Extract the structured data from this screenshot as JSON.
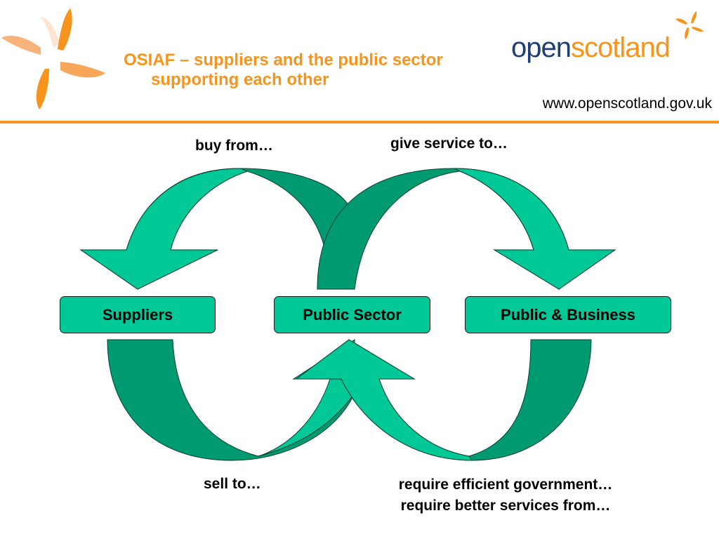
{
  "header": {
    "title_line1": "OSIAF – suppliers and the public sector",
    "title_line2": "supporting each other",
    "brand_open": "open",
    "brand_scotland": "scotland",
    "url": "www.openscotland.gov.uk",
    "accent_color": "#f7941d",
    "brand_navy": "#1f3f74"
  },
  "diagram": {
    "nodes": {
      "suppliers": "Suppliers",
      "public_sector": "Public Sector",
      "public_business": "Public & Business"
    },
    "relations": {
      "buy_from": "buy from…",
      "give_service_to": "give service to…",
      "sell_to": "sell to…",
      "require_line1": "require efficient government…",
      "require_line2": "require better services from…"
    },
    "colors": {
      "box_fill": "#00c896",
      "arrow_light": "#00c896",
      "arrow_dark": "#009a71"
    }
  }
}
